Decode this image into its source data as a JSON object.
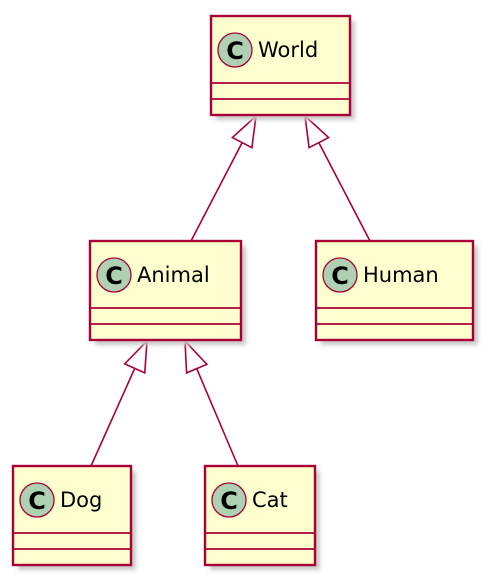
{
  "diagram": {
    "type": "uml-class-diagram",
    "stereotype_letter": "C",
    "colors": {
      "class_fill": "#FEFECE",
      "border": "#A80036",
      "stereotype_circle": "#ADD1B2",
      "shadow": "#C9C9C9"
    },
    "classes": [
      {
        "id": "world",
        "name": "World"
      },
      {
        "id": "animal",
        "name": "Animal"
      },
      {
        "id": "human",
        "name": "Human"
      },
      {
        "id": "dog",
        "name": "Dog"
      },
      {
        "id": "cat",
        "name": "Cat"
      }
    ],
    "relations": [
      {
        "type": "inheritance",
        "child": "animal",
        "parent": "world"
      },
      {
        "type": "inheritance",
        "child": "human",
        "parent": "world"
      },
      {
        "type": "inheritance",
        "child": "dog",
        "parent": "animal"
      },
      {
        "type": "inheritance",
        "child": "cat",
        "parent": "animal"
      }
    ]
  }
}
